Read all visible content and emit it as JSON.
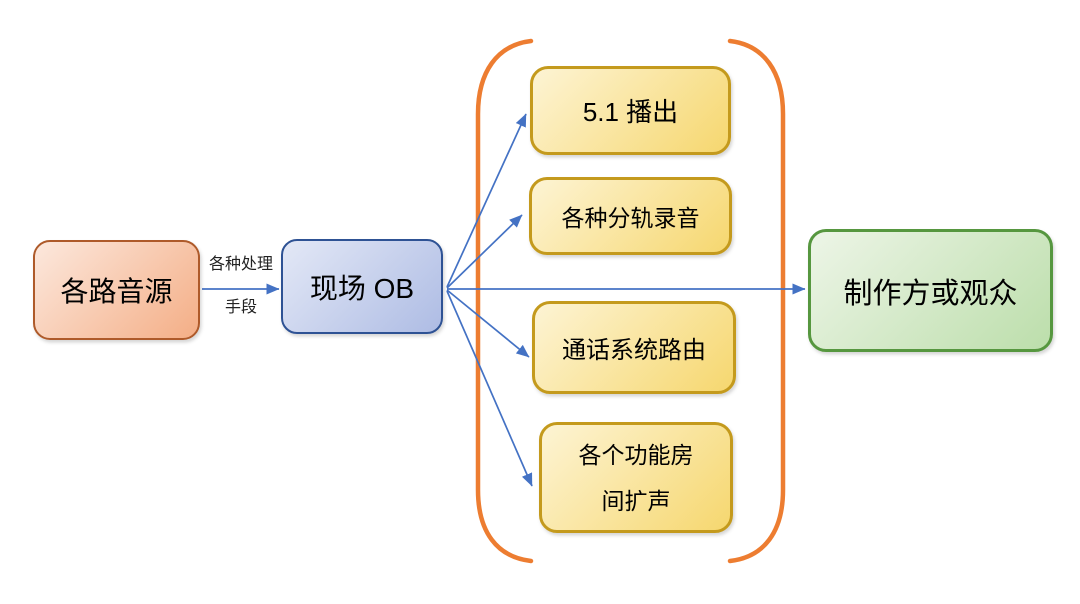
{
  "diagram": {
    "nodes": {
      "source": {
        "label": "各路音源"
      },
      "ob": {
        "label": "现场 OB"
      },
      "out_51": {
        "label": "5.1 播出"
      },
      "out_multitrack": {
        "label": "各种分轨录音"
      },
      "out_intercom": {
        "label": "通话系统路由"
      },
      "out_rooms": {
        "label_line1": "各个功能房",
        "label_line2": "间扩声"
      },
      "audience": {
        "label": "制作方或观众"
      }
    },
    "edge_label": {
      "line1": "各种处理",
      "line2": "手段"
    },
    "edges": [
      {
        "from": "source",
        "to": "ob",
        "label": "各种处理手段"
      },
      {
        "from": "ob",
        "to": "out_51"
      },
      {
        "from": "ob",
        "to": "out_multitrack"
      },
      {
        "from": "ob",
        "to": "audience"
      },
      {
        "from": "ob",
        "to": "out_intercom"
      },
      {
        "from": "ob",
        "to": "out_rooms"
      }
    ],
    "colors": {
      "arrow": "#4472C4",
      "bracket": "#ED7D31",
      "source_border": "#AE5A2A",
      "source_fill_light": "#FCE8DD",
      "source_fill_dark": "#F4AE86",
      "ob_border": "#2E5294",
      "ob_fill_light": "#E3E8F6",
      "ob_fill_dark": "#AEBCE4",
      "output_border": "#C49A1D",
      "output_fill_light": "#FDF4D4",
      "output_fill_dark": "#F6D76F",
      "audience_border": "#56973F",
      "audience_fill_light": "#EDF5E7",
      "audience_fill_dark": "#BCDEAB",
      "text": "#000000"
    }
  }
}
